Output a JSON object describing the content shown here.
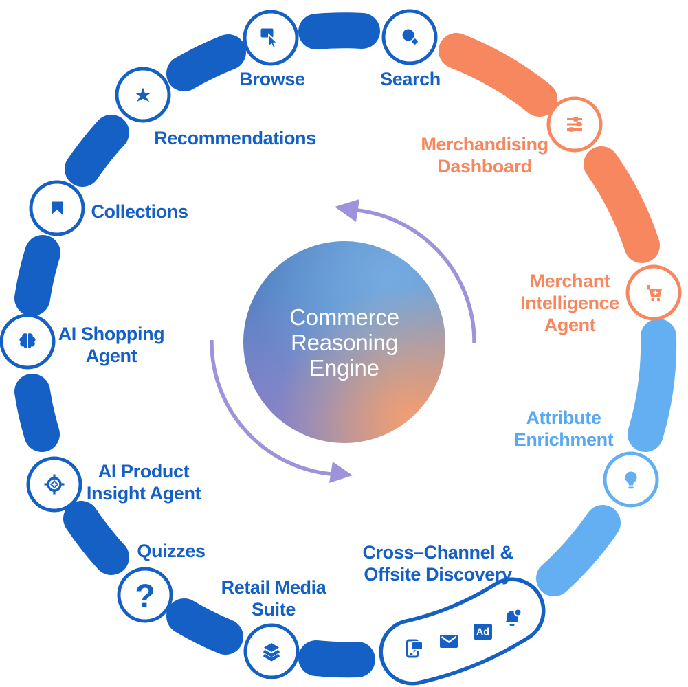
{
  "center": {
    "line1": "Commerce",
    "line2": "Reasoning",
    "line3": "Engine"
  },
  "nodes": {
    "browse": {
      "label": "Browse"
    },
    "search": {
      "label": "Search"
    },
    "merchandising_dashboard": {
      "line1": "Merchandising",
      "line2": "Dashboard"
    },
    "merchant_intelligence_agent": {
      "line1": "Merchant",
      "line2": "Intelligence",
      "line3": "Agent"
    },
    "attribute_enrichment": {
      "line1": "Attribute",
      "line2": "Enrichment"
    },
    "cross_channel": {
      "line1": "Cross–Channel &",
      "line2": "Offsite Discovery"
    },
    "retail_media_suite": {
      "line1": "Retail Media",
      "line2": "Suite"
    },
    "quizzes": {
      "label": "Quizzes"
    },
    "ai_product_insight_agent": {
      "line1": "AI Product",
      "line2": "Insight Agent"
    },
    "ai_shopping_agent": {
      "line1": "AI Shopping",
      "line2": "Agent"
    },
    "collections": {
      "label": "Collections"
    },
    "recommendations": {
      "label": "Recommendations"
    }
  },
  "icons": {
    "browse": "window-cursor-icon",
    "search": "magnifier-icon",
    "merchandising_dashboard": "sliders-icon",
    "merchant_intelligence_agent": "cart-plus-icon",
    "attribute_enrichment": "lightbulb-icon",
    "retail_media_suite": "layers-icon",
    "quizzes": "question-mark-icon",
    "ai_product_insight_agent": "crosshair-icon",
    "ai_shopping_agent": "brain-icon",
    "collections": "bookmark-icon",
    "recommendations": "star-icon",
    "cross_channel_icons": [
      "phone-sms-icon",
      "email-icon",
      "ad-icon",
      "bell-notification-icon"
    ],
    "quiz_mark": "?"
  },
  "channels": {
    "ad_label": "Ad"
  },
  "colors": {
    "blue": "#1460C4",
    "orange": "#F6875F",
    "light_blue": "#64AFF2",
    "purple": "#9C93DB",
    "node_fill": "#FFFFFF"
  }
}
